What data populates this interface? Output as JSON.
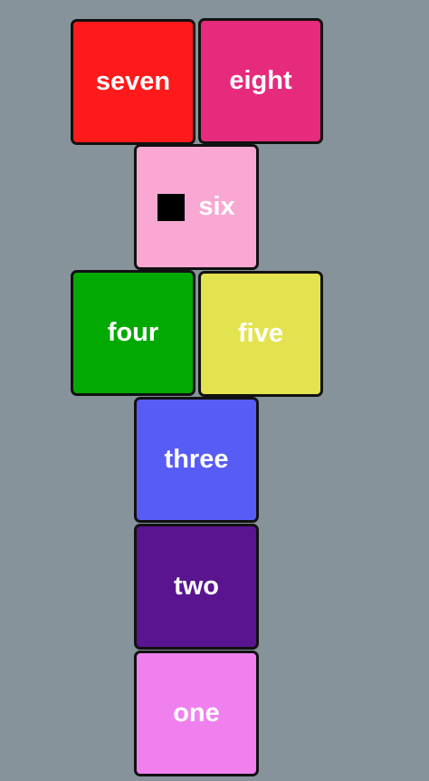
{
  "background": "#87939a",
  "tiles": [
    {
      "key": "seven",
      "label": "seven",
      "color": "#fe1a1a"
    },
    {
      "key": "eight",
      "label": "eight",
      "color": "#e62a7c"
    },
    {
      "key": "six",
      "label": "six",
      "color": "#f9a8d4",
      "marker": "black-square"
    },
    {
      "key": "four",
      "label": "four",
      "color": "#02a902"
    },
    {
      "key": "five",
      "label": "five",
      "color": "#e3e350"
    },
    {
      "key": "three",
      "label": "three",
      "color": "#575cf5"
    },
    {
      "key": "two",
      "label": "two",
      "color": "#5a1490"
    },
    {
      "key": "one",
      "label": "one",
      "color": "#f080ee"
    }
  ]
}
